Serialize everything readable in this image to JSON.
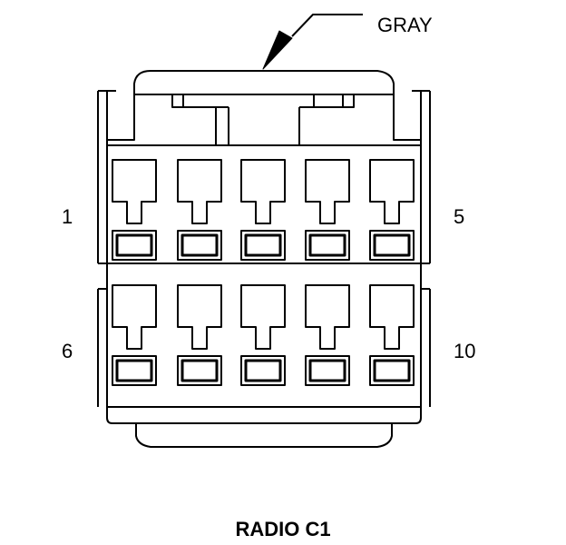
{
  "connector": {
    "title": "RADIO C1",
    "color_label": "GRAY",
    "pin_labels": {
      "first": "1",
      "row1_end": "5",
      "row2_start": "6",
      "last": "10"
    },
    "pins_per_row": 5,
    "rows": 2
  },
  "colors": {
    "ink": "#000000",
    "paper": "#ffffff"
  }
}
